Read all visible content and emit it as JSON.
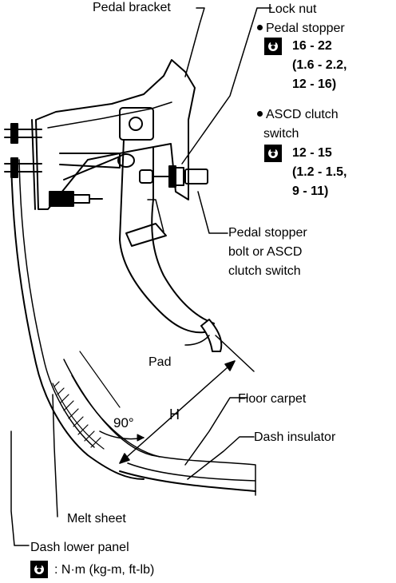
{
  "labels": {
    "pedal_bracket": "Pedal bracket",
    "lock_nut": "Lock nut",
    "pedal_stopper": "Pedal stopper",
    "pedal_stopper_torque_1": "16 - 22",
    "pedal_stopper_torque_2": "(1.6 - 2.2,",
    "pedal_stopper_torque_3": "12 - 16)",
    "ascd_switch_1": "ASCD clutch",
    "ascd_switch_2": "switch",
    "ascd_torque_1": "12 - 15",
    "ascd_torque_2": "(1.2 - 1.5,",
    "ascd_torque_3": "9 - 11)",
    "stopper_bolt_1": "Pedal stopper",
    "stopper_bolt_2": "bolt or ASCD",
    "stopper_bolt_3": "clutch switch",
    "pad": "Pad",
    "floor_carpet": "Floor carpet",
    "dash_insulator": "Dash insulator",
    "angle": "90°",
    "height": "H",
    "melt_sheet": "Melt sheet",
    "dash_lower_panel": "Dash lower panel",
    "legend_units": ":  N·m  (kg-m,  ft-lb)"
  },
  "icons": {
    "torque_wrench": "torque-wrench-icon"
  }
}
